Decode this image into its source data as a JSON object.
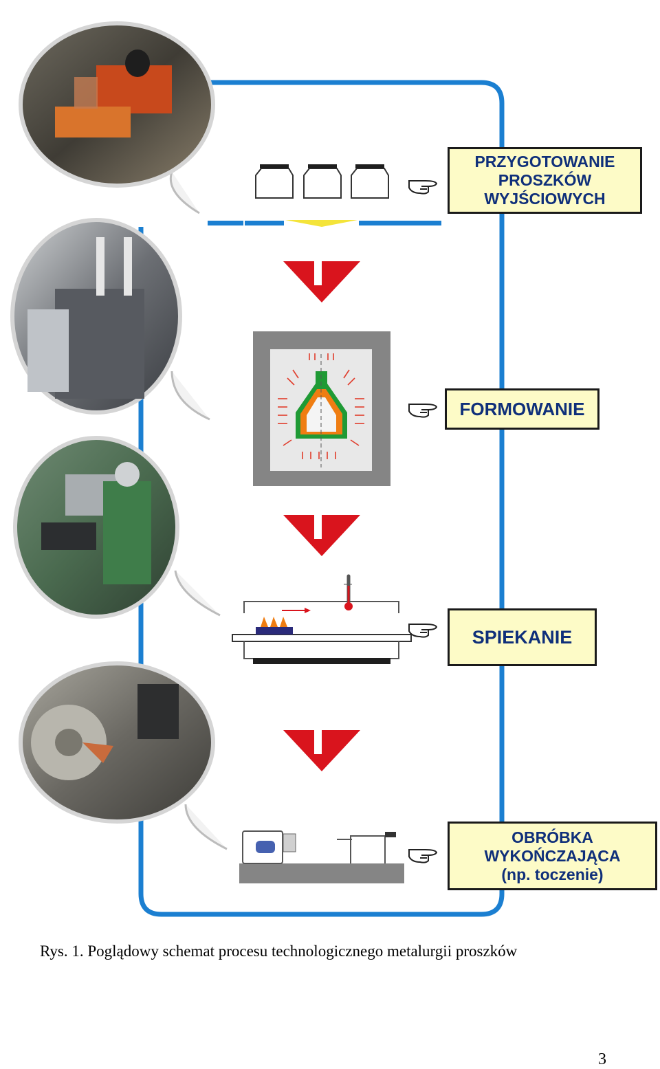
{
  "stages": [
    {
      "id": "powders",
      "lines": [
        "PRZYGOTOWANIE",
        "PROSZKÓW",
        "WYJŚCIOWYCH"
      ]
    },
    {
      "id": "forming",
      "lines": [
        "FORMOWANIE"
      ]
    },
    {
      "id": "sintering",
      "lines": [
        "SPIEKANIE"
      ]
    },
    {
      "id": "finishing",
      "lines": [
        "OBRÓBKA",
        "WYKOŃCZAJĄCA",
        "(np. toczenie)"
      ]
    }
  ],
  "caption": "Rys. 1. Poglądowy schemat procesu technologicznego metalurgii proszków",
  "page_number": "3",
  "icons": {
    "pointer": "pointing-hand-icon",
    "flow": "down-arrow-icon",
    "thermometer": "thermometer-icon"
  },
  "colors": {
    "flow_line": "#1b7fd1",
    "arrow": "#d9141d",
    "box_fill": "#fdfbc7",
    "box_text": "#0f2f7a",
    "mould_orange": "#ef7d12",
    "mould_green": "#1f9a35",
    "die_gray": "#858585"
  }
}
